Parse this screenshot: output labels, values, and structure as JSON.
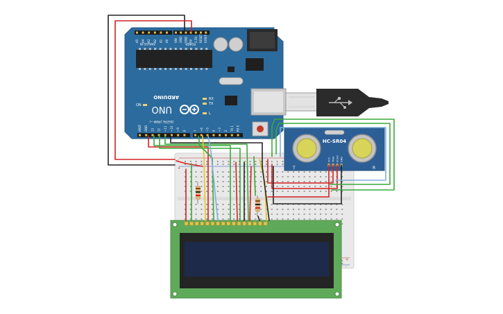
{
  "arduino": {
    "brand": "ARDUINO",
    "model": "UNO",
    "header_analog": "ANALOG IN",
    "header_power": "POWER",
    "header_digital": "DIGITAL (PWM ~)",
    "label_rx": "RX",
    "label_tx": "TX",
    "label_on": "ON",
    "label_l": "L",
    "analog_pins": [
      "A5",
      "A4",
      "A3",
      "A2",
      "A1",
      "A0"
    ],
    "power_pins": [
      "VIN",
      "GND",
      "GND",
      "5V",
      "3.3V",
      "RESET",
      "IOREF"
    ],
    "digital_pins_left": [
      "AREF",
      "GND",
      "13",
      "12",
      "~11",
      "~10",
      "~9",
      "8"
    ],
    "digital_pins_right": [
      "7",
      "~6",
      "~5",
      "4",
      "~3",
      "2",
      "TX 1",
      "RX 0"
    ]
  },
  "sensor": {
    "model": "HC-SR04",
    "pin_labels": [
      "VCC",
      "TRIG",
      "ECHO",
      "GND"
    ],
    "left_mark": "T",
    "right_mark": "R"
  },
  "breadboard": {
    "rail_minus": "-",
    "rail_plus": "+"
  },
  "colors": {
    "pcb_blue": "#2c6b9d",
    "wire_red": "#d42020",
    "wire_black": "#222222",
    "wire_green": "#3aa83a",
    "wire_yellow": "#e6c81e",
    "wire_blue": "#7fb0d8",
    "lcd_green": "#5faa5a",
    "lcd_screen": "#1e2a4a",
    "sensor_blue": "#2c5f96"
  }
}
